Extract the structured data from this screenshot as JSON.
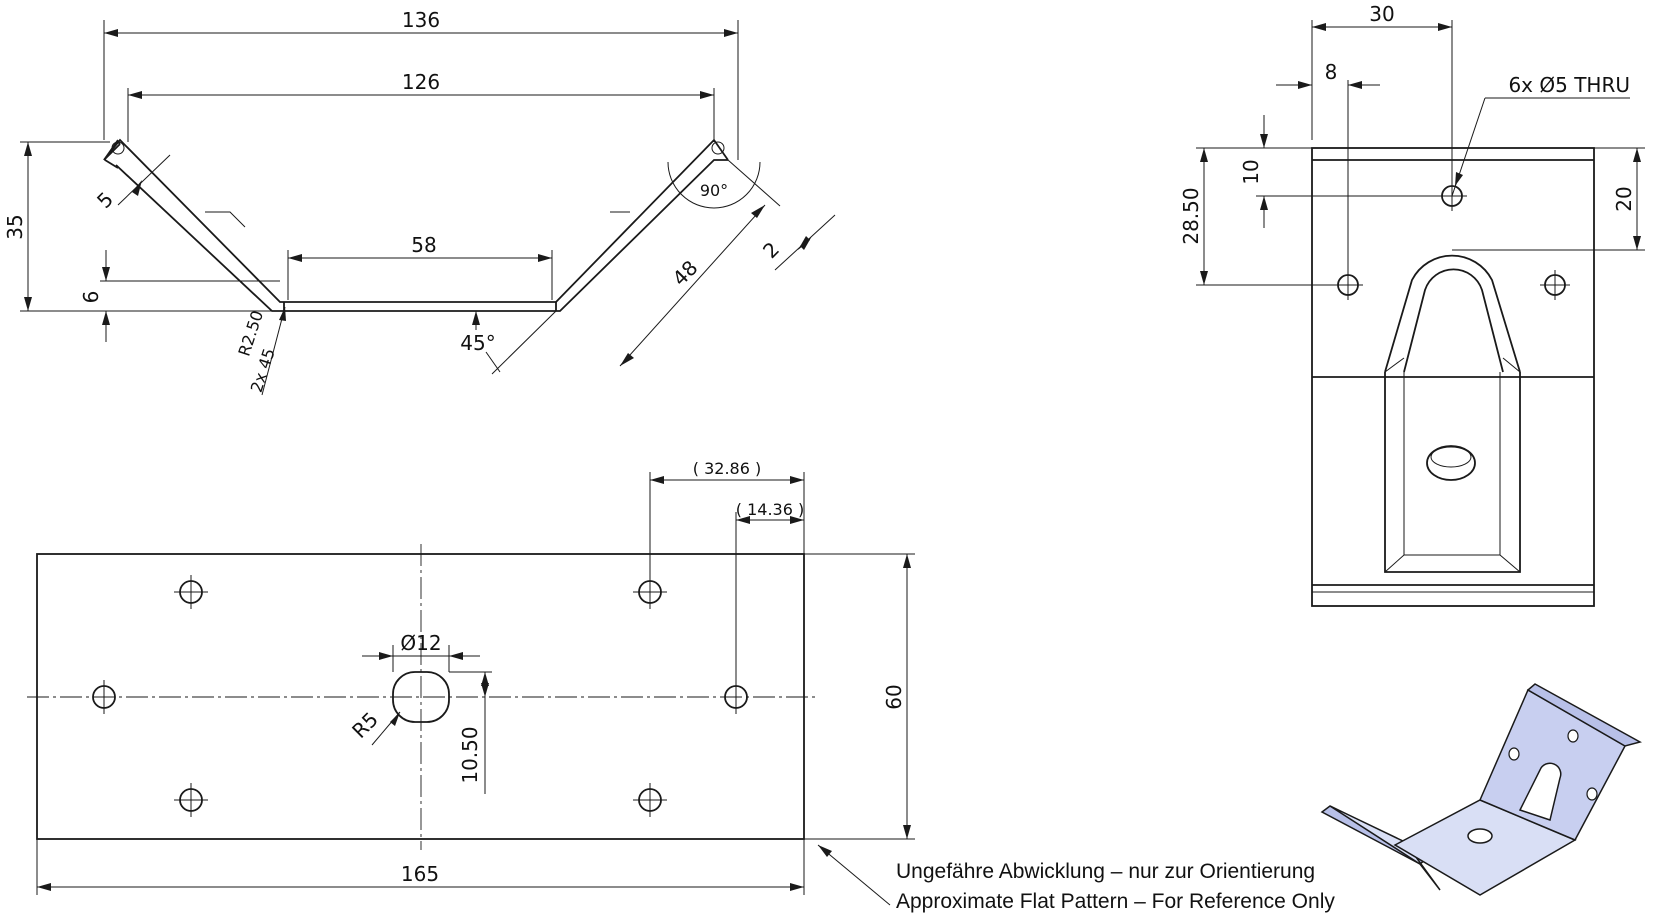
{
  "side_view": {
    "dims": {
      "overall_width": "136",
      "inner_width": "126",
      "base_width": "58",
      "height": "35",
      "base_height": "6",
      "wall_length": "48",
      "lip_length": "5",
      "thickness": "2",
      "bend_angle": "90°",
      "wall_angle": "45°",
      "bend_radius": "R2.50",
      "bend_count": "2x 45"
    }
  },
  "top_view": {
    "dims": {
      "hole_spacing": "30",
      "hole_offset_x": "8",
      "hole_note": "6x  Ø5 THRU",
      "hole_offset_y": "10",
      "hole_row_y": "28.50",
      "slot_y": "20"
    }
  },
  "flat_pattern": {
    "dims": {
      "length": "165",
      "width": "60",
      "center_hole_dia": "Ø12",
      "center_hole_radius": "R5",
      "center_hole_offset": "10.50",
      "ref_dim_1": "( 32.86 )",
      "ref_dim_2": "( 14.36 )"
    }
  },
  "note": {
    "de": "Ungefähre Abwicklung – nur zur Orientierung",
    "en": "Approximate Flat Pattern – For Reference Only"
  },
  "iso_view": {
    "description_colors": {
      "fill": "#d9dff5",
      "shade": "#b8c0e8"
    }
  }
}
